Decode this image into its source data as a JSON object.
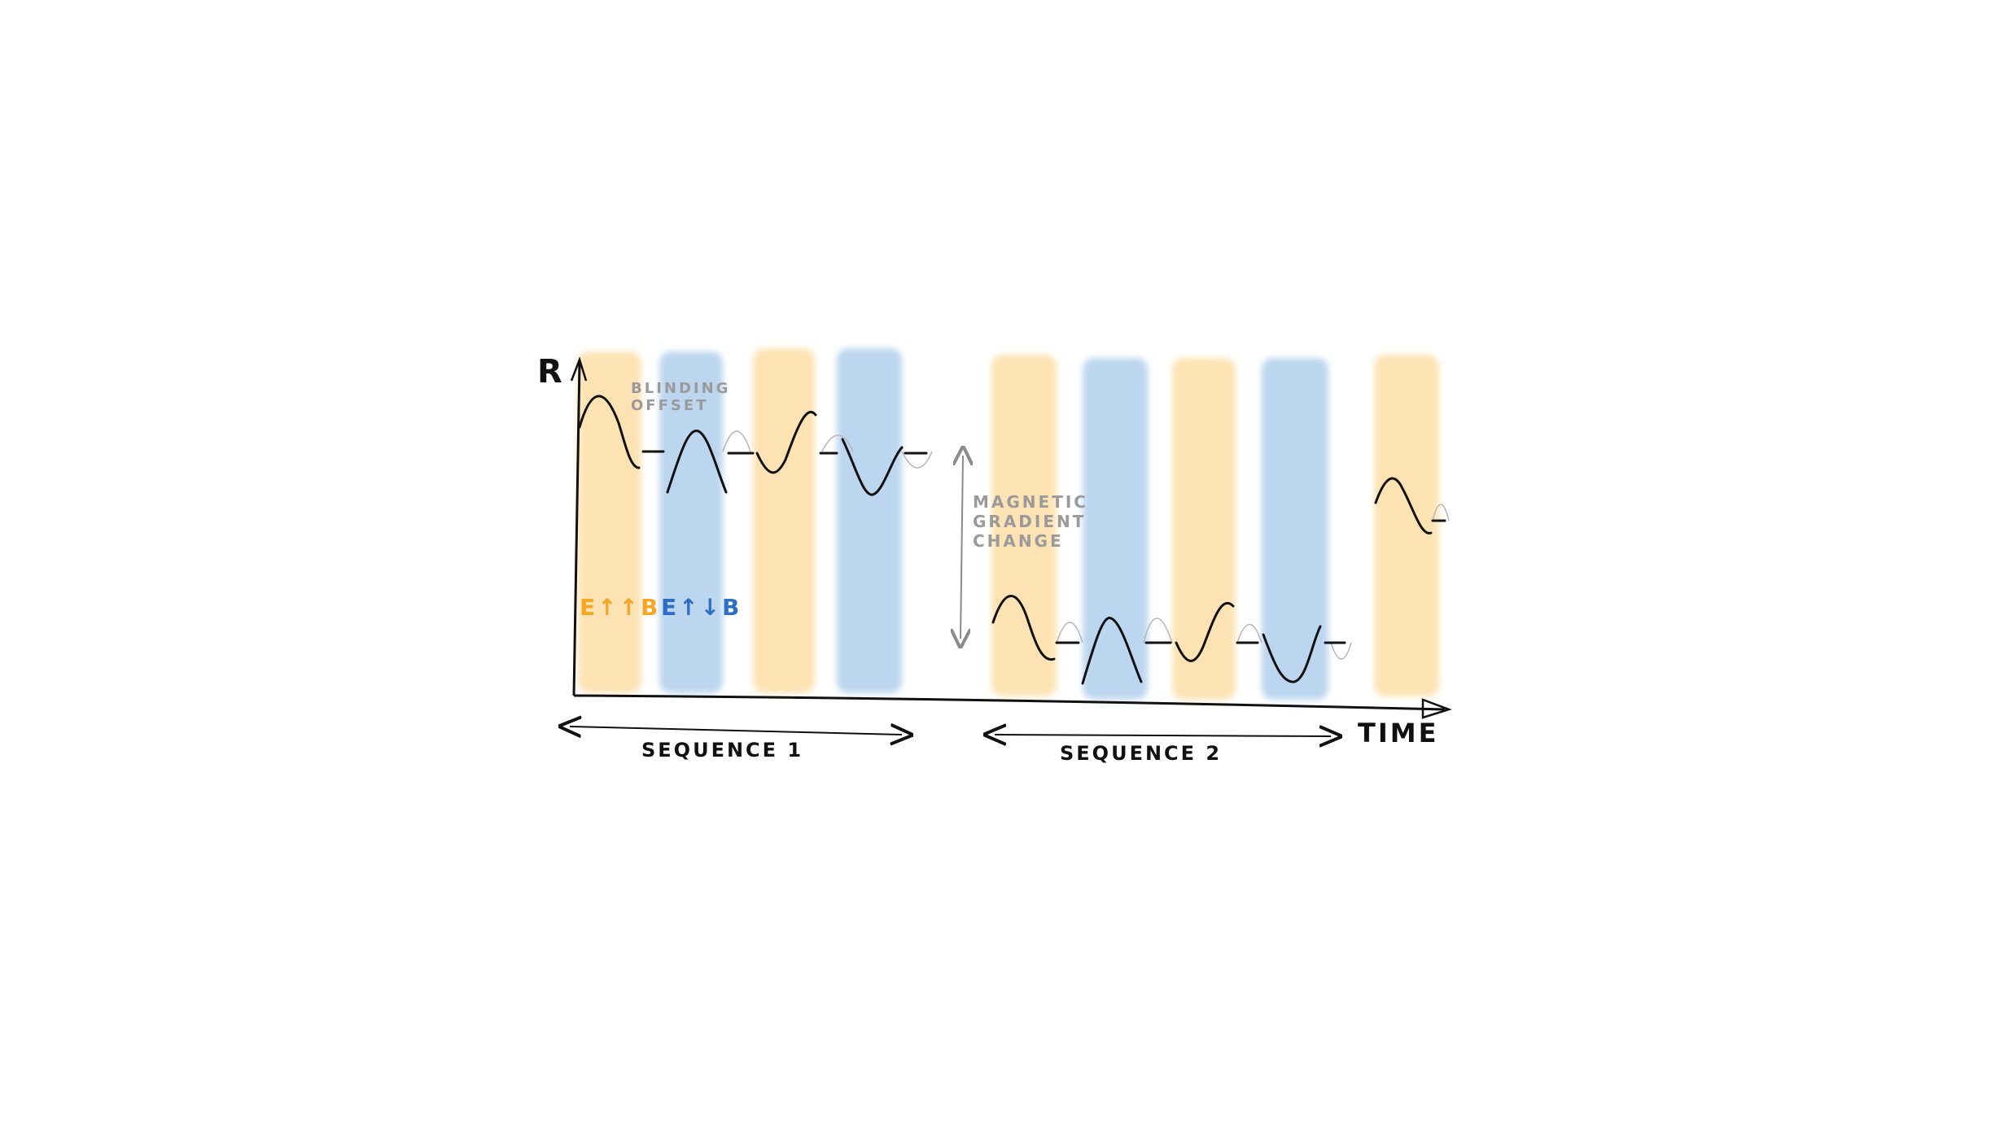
{
  "diagram": {
    "axis_y_label": "R",
    "axis_x_label": "TIME",
    "annotation_blinding": [
      "BLINDING",
      "OFFSET"
    ],
    "annotation_gradient": [
      "MAGNETIC",
      "GRADIENT",
      "CHANGE"
    ],
    "legend_parallel": "E↑↑B",
    "legend_antiparallel": "E↑↓B",
    "sequence_1_label": "SEQUENCE 1",
    "sequence_2_label": "SEQUENCE 2",
    "block_colors": {
      "parallel": "#fde3b4",
      "antiparallel": "#bcd6ef",
      "parallel_text": "#f5a623",
      "antiparallel_text": "#2c6fc4",
      "annotation_text": "#9a9a9a"
    },
    "block_pattern": [
      "parallel",
      "antiparallel",
      "parallel",
      "antiparallel",
      "parallel",
      "antiparallel",
      "parallel",
      "antiparallel",
      "parallel"
    ]
  }
}
